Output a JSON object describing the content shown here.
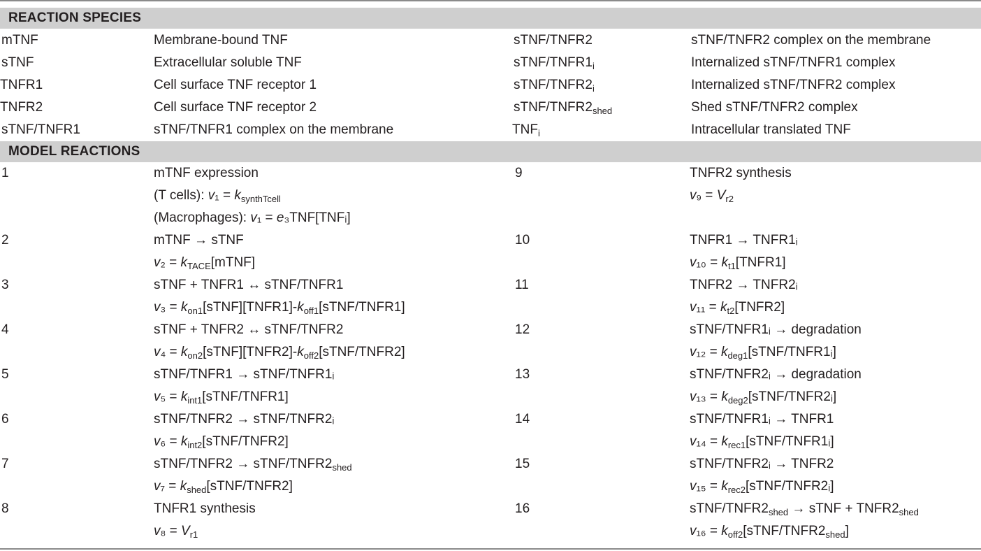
{
  "sections": {
    "species_title": "REACTION SPECIES",
    "reactions_title": "MODEL REACTIONS"
  },
  "species": [
    {
      "abbr": "mTNF",
      "desc": "Membrane-bound TNF"
    },
    {
      "abbr": "sTNF",
      "desc": "Extracellular soluble TNF"
    },
    {
      "abbr": "TNFR1",
      "desc": "Cell surface TNF receptor 1"
    },
    {
      "abbr": "TNFR2",
      "desc": "Cell surface TNF receptor 2"
    },
    {
      "abbr": "sTNF/TNFR1",
      "desc": "sTNF/TNFR1 complex on the membrane"
    },
    {
      "abbr": "sTNF/TNFR2",
      "desc": "sTNF/TNFR2 complex on the membrane"
    },
    {
      "abbr": "sTNF/TNFR1",
      "abbr_sub": "i",
      "desc": "Internalized sTNF/TNFR1 complex"
    },
    {
      "abbr": "sTNF/TNFR2",
      "abbr_sub": "i",
      "desc": "Internalized sTNF/TNFR2 complex"
    },
    {
      "abbr": "sTNF/TNFR2",
      "abbr_sub": "shed",
      "desc": "Shed sTNF/TNFR2 complex"
    },
    {
      "abbr": "TNF",
      "abbr_sub": "i",
      "desc": "Intracellular translated TNF"
    }
  ],
  "reactions": [
    {
      "num": "1",
      "lines": [
        "mTNF expression",
        "(T cells): v₁ = k_synthTcell",
        "(Macrophages): v₁ = e₃TNF[TNFᵢ]"
      ]
    },
    {
      "num": "2",
      "lines": [
        "mTNF → sTNF",
        "v₂ = k_TACE[mTNF]"
      ]
    },
    {
      "num": "3",
      "lines": [
        "sTNF + TNFR1 ↔ sTNF/TNFR1",
        "v₃ = k_on1[sTNF][TNFR1]-k_off1[sTNF/TNFR1]"
      ]
    },
    {
      "num": "4",
      "lines": [
        "sTNF + TNFR2 ↔ sTNF/TNFR2",
        "v₄ = k_on2[sTNF][TNFR2]-k_off2[sTNF/TNFR2]"
      ]
    },
    {
      "num": "5",
      "lines": [
        "sTNF/TNFR1 → sTNF/TNFR1ᵢ",
        "v₅ = k_int1[sTNF/TNFR1]"
      ]
    },
    {
      "num": "6",
      "lines": [
        "sTNF/TNFR2 → sTNF/TNFR2ᵢ",
        "v₆ = k_int2[sTNF/TNFR2]"
      ]
    },
    {
      "num": "7",
      "lines": [
        "sTNF/TNFR2 → sTNF/TNFR2_shed",
        "v₇ = k_shed[sTNF/TNFR2]"
      ]
    },
    {
      "num": "8",
      "lines": [
        "TNFR1 synthesis",
        "v₈ = V_r1"
      ]
    },
    {
      "num": "9",
      "lines": [
        "TNFR2 synthesis",
        "v₉ = V_r2"
      ]
    },
    {
      "num": "10",
      "lines": [
        "TNFR1 → TNFR1ᵢ",
        "v₁₀ = k_t1[TNFR1]"
      ]
    },
    {
      "num": "11",
      "lines": [
        "TNFR2 → TNFR2ᵢ",
        "v₁₁ = k_t2[TNFR2]"
      ]
    },
    {
      "num": "12",
      "lines": [
        "sTNF/TNFR1ᵢ → degradation",
        "v₁₂ = k_deg1[sTNF/TNFR1ᵢ]"
      ]
    },
    {
      "num": "13",
      "lines": [
        "sTNF/TNFR2ᵢ → degradation",
        "v₁₃ = k_deg2[sTNF/TNFR2ᵢ]"
      ]
    },
    {
      "num": "14",
      "lines": [
        "sTNF/TNFR1ᵢ → TNFR1",
        "v₁₄ = k_rec1[sTNF/TNFR1ᵢ]"
      ]
    },
    {
      "num": "15",
      "lines": [
        "sTNF/TNFR2ᵢ → TNFR2",
        "v₁₅ = k_rec2[sTNF/TNFR2ᵢ]"
      ]
    },
    {
      "num": "16",
      "lines": [
        "sTNF/TNFR2_shed → sTNF + TNFR2_shed",
        "v₁₆ = k_off2[sTNF/TNFR2_shed]"
      ]
    }
  ],
  "colors": {
    "band": "#cfcfcf",
    "rule": "#8a8a8a",
    "text": "#231f20"
  }
}
